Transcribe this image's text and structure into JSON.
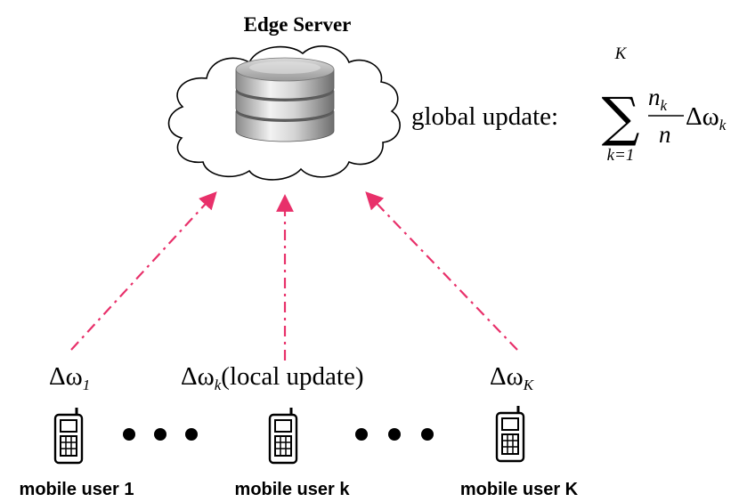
{
  "server": {
    "title": "Edge Server"
  },
  "formula": {
    "prefix": "global update:",
    "sum_upper": "K",
    "sum_lower": "k=1",
    "frac_num_base": "n",
    "frac_num_sub": "k",
    "frac_den": "n",
    "tail_delta": "Δω",
    "tail_sub": "k"
  },
  "updates": [
    {
      "delta": "Δω",
      "sub": "1",
      "suffix": ""
    },
    {
      "delta": "Δω",
      "sub": "k",
      "suffix": "(local update)"
    },
    {
      "delta": "Δω",
      "sub": "K",
      "suffix": ""
    }
  ],
  "users": [
    {
      "label": "mobile user 1"
    },
    {
      "label": "mobile user k"
    },
    {
      "label": "mobile user K"
    }
  ],
  "colors": {
    "arrow": "#e8306a",
    "phone": "#000000",
    "cloud_stroke": "#000000"
  }
}
